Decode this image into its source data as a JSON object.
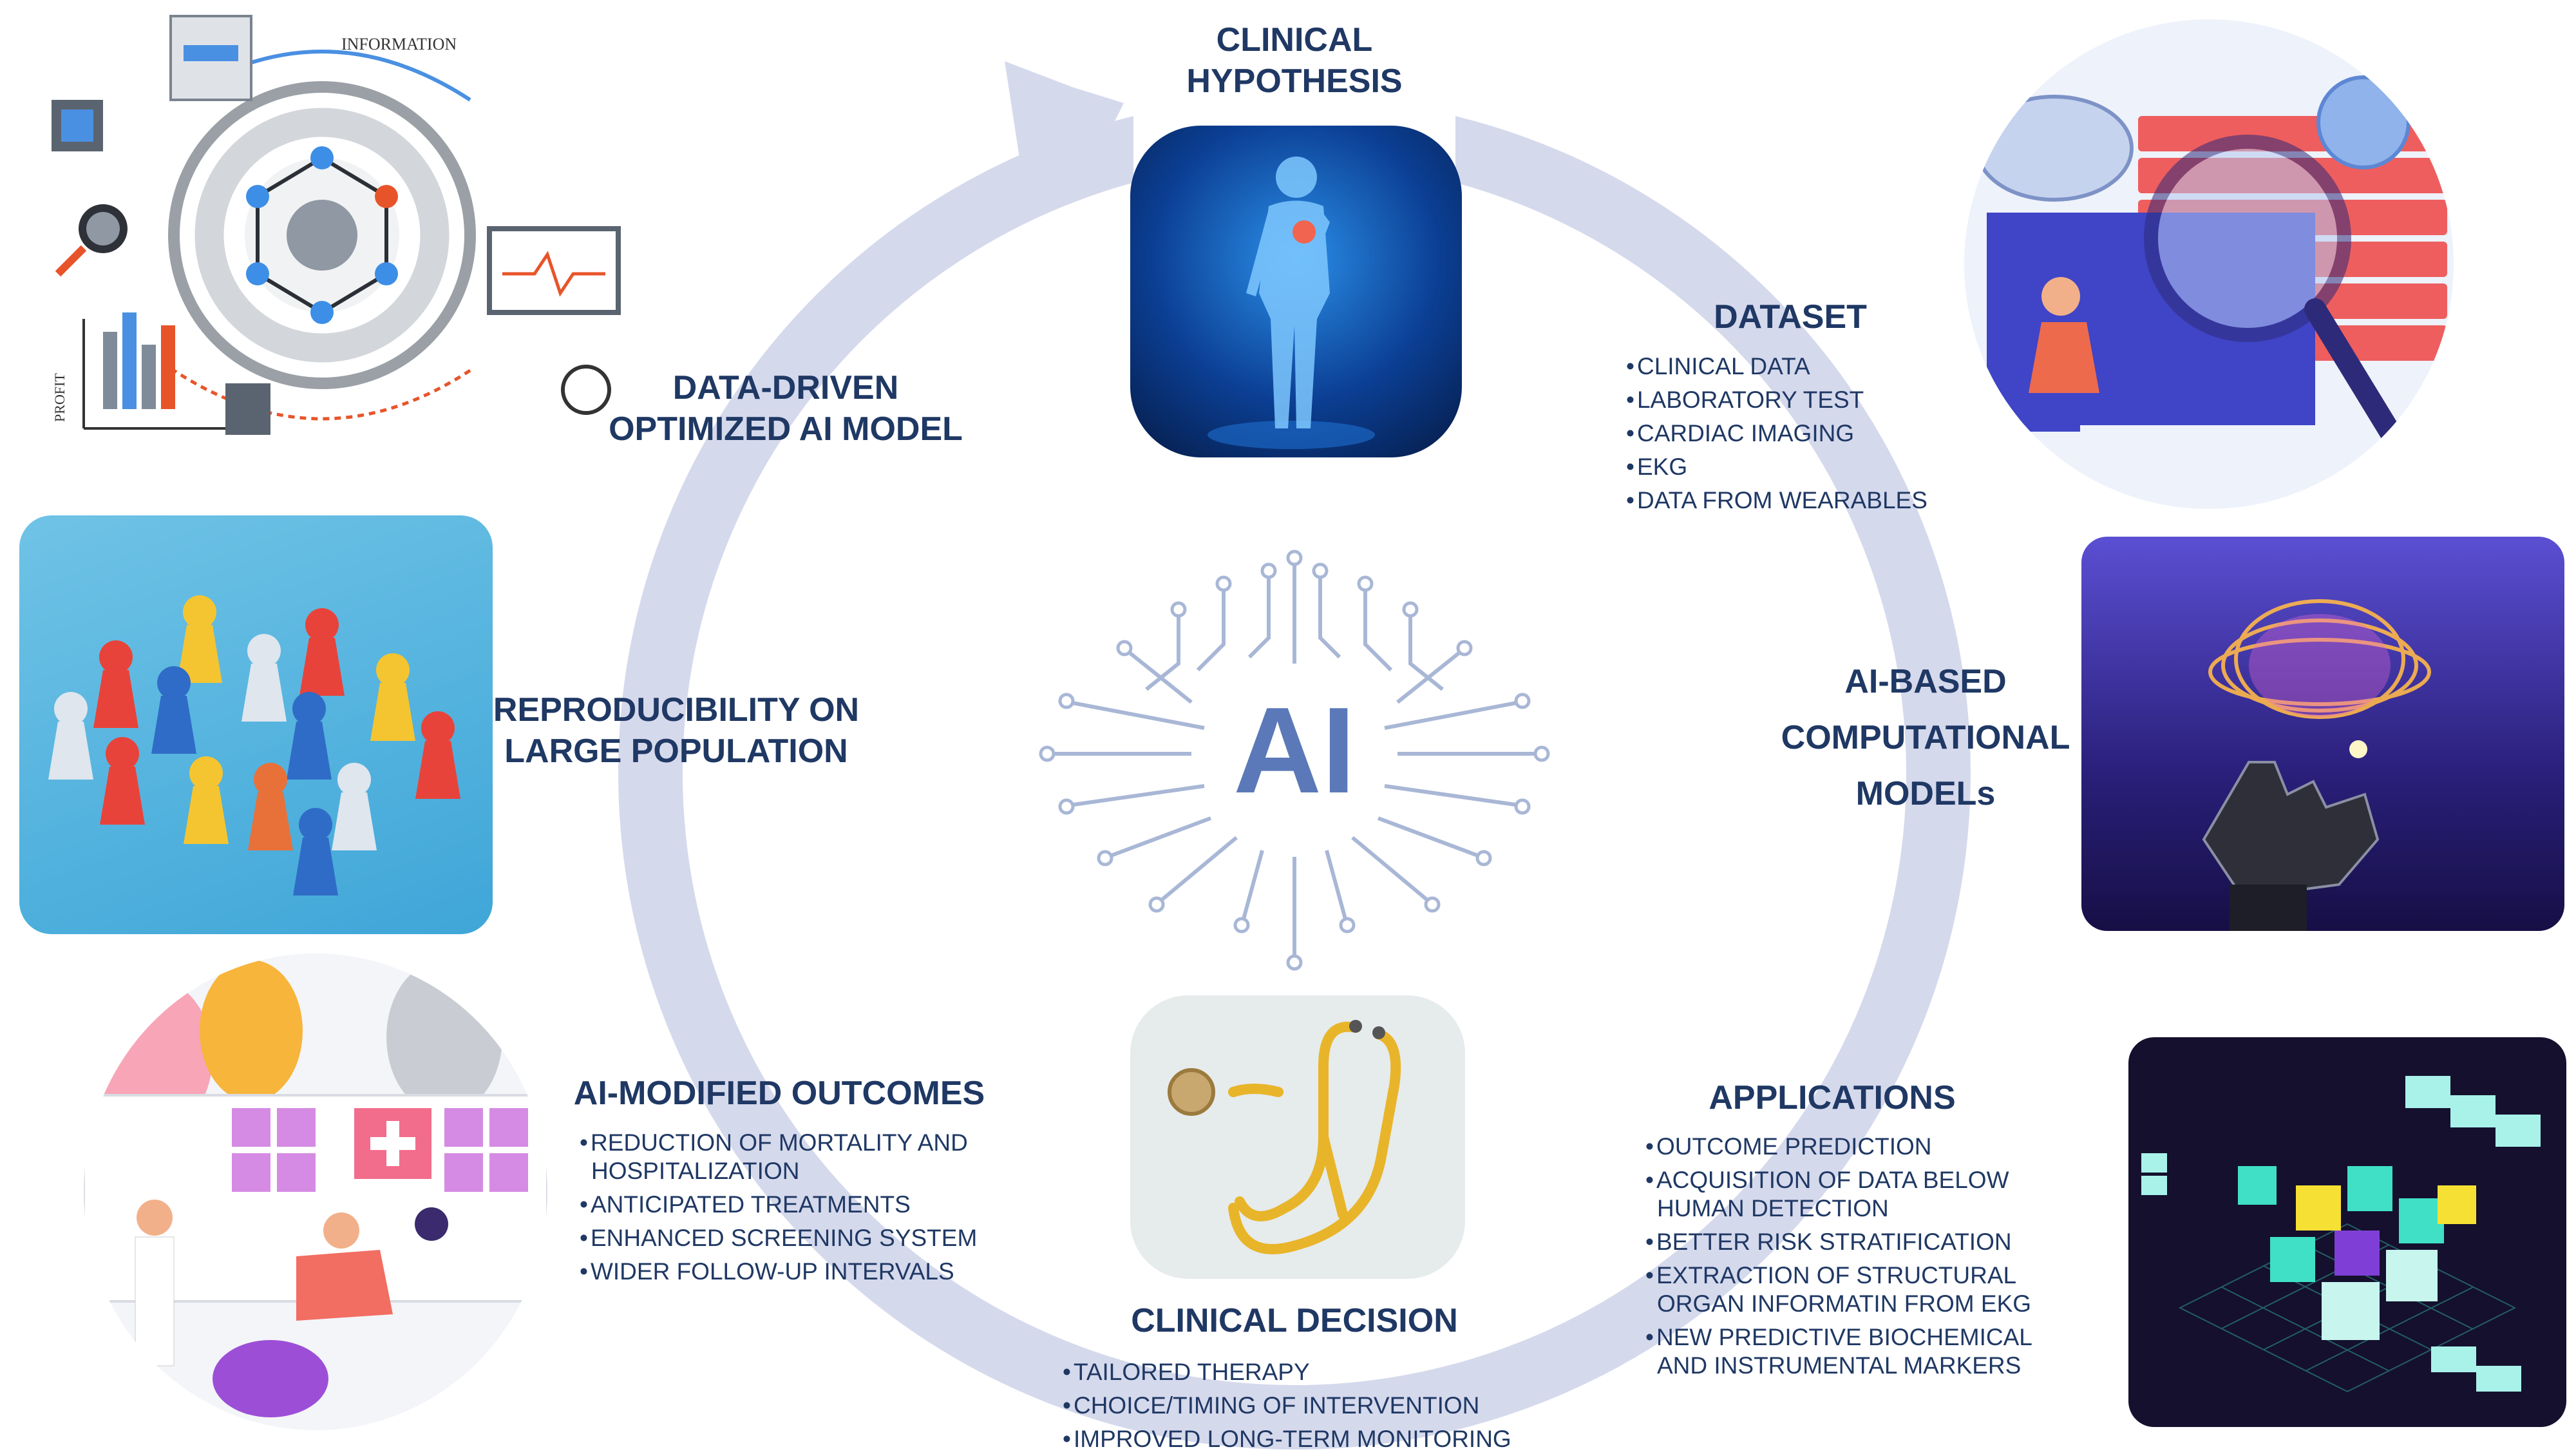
{
  "center_label": "AI",
  "steps": {
    "clinical_hypothesis": {
      "title": [
        "CLINICAL",
        "HYPOTHESIS"
      ]
    },
    "dataset": {
      "title": "DATASET",
      "items": [
        "CLINICAL DATA",
        "LABORATORY TEST",
        "CARDIAC IMAGING",
        "EKG",
        "DATA FROM WEARABLES"
      ]
    },
    "ai_models": {
      "title": [
        "AI-BASED",
        "COMPUTATIONAL",
        "MODELs"
      ]
    },
    "applications": {
      "title": "APPLICATIONS",
      "items": [
        [
          "OUTCOME PREDICTION"
        ],
        [
          "ACQUISITION OF DATA BELOW",
          "HUMAN DETECTION"
        ],
        [
          "BETTER RISK STRATIFICATION"
        ],
        [
          "EXTRACTION OF STRUCTURAL",
          "ORGAN INFORMATIN FROM EKG"
        ],
        [
          "NEW PREDICTIVE BIOCHEMICAL",
          "AND INSTRUMENTAL MARKERS"
        ]
      ]
    },
    "clinical_decision": {
      "title": "CLINICAL DECISION",
      "items": [
        "TAILORED THERAPY",
        "CHOICE/TIMING OF INTERVENTION",
        "IMPROVED LONG-TERM MONITORING"
      ]
    },
    "ai_outcomes": {
      "title": "AI-MODIFIED OUTCOMES",
      "items": [
        [
          "REDUCTION OF MORTALITY AND",
          "HOSPITALIZATION"
        ],
        [
          "ANTICIPATED TREATMENTS"
        ],
        [
          "ENHANCED SCREENING SYSTEM"
        ],
        [
          "WIDER FOLLOW-UP INTERVALS"
        ]
      ]
    },
    "reproducibility": {
      "title": [
        "REPRODUCIBILITY ON",
        "LARGE POPULATION"
      ]
    },
    "data_driven": {
      "title": [
        "DATA-DRIVEN",
        "OPTIMIZED AI MODEL"
      ]
    }
  },
  "illustrations": {
    "top_left_caption": "INFORMATION",
    "top_left_axis": "PROFIT"
  },
  "colors": {
    "text": "#1f3864",
    "cycle_arrow": "#d5d9ec",
    "brain_circuit": "#a9b7d6",
    "ai_text": "#5b79b8"
  },
  "icons": [
    "brain-circuit-icon",
    "stethoscope-icon",
    "human-body-icon",
    "pawn-icon",
    "magnifier-icon",
    "robot-hand-icon",
    "cube-icon",
    "hospital-icon"
  ]
}
